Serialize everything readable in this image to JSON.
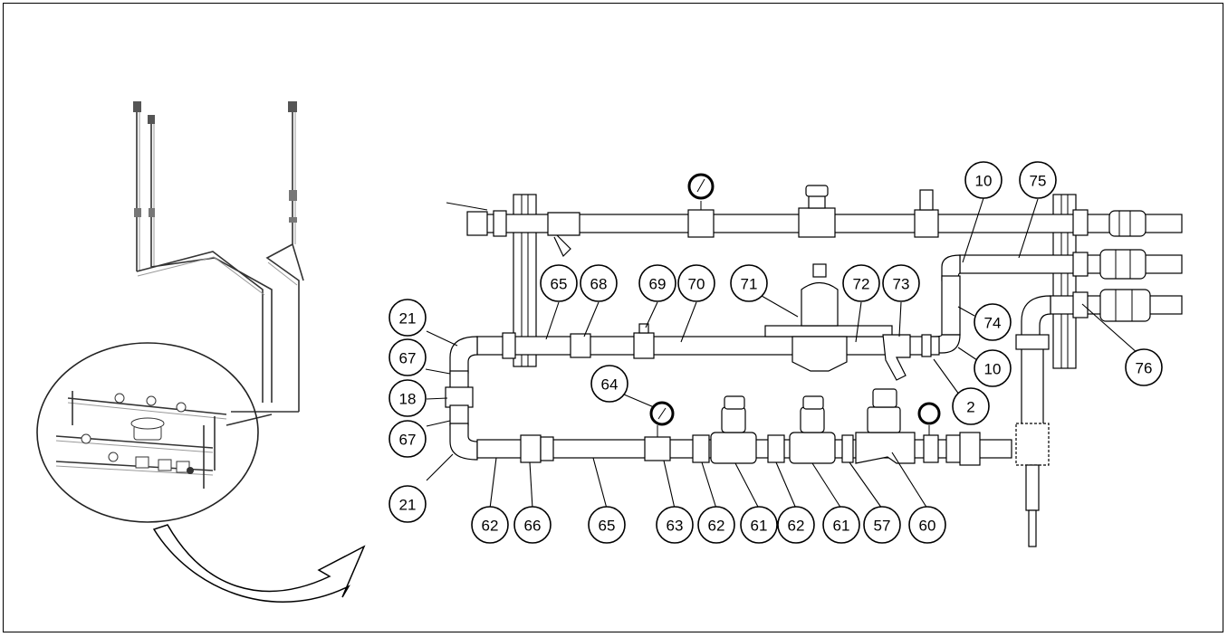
{
  "diagram": {
    "callouts": [
      {
        "id": "c-10a",
        "label": "10"
      },
      {
        "id": "c-75",
        "label": "75"
      },
      {
        "id": "c-65a",
        "label": "65"
      },
      {
        "id": "c-68",
        "label": "68"
      },
      {
        "id": "c-69",
        "label": "69"
      },
      {
        "id": "c-70",
        "label": "70"
      },
      {
        "id": "c-71",
        "label": "71"
      },
      {
        "id": "c-72",
        "label": "72"
      },
      {
        "id": "c-73",
        "label": "73"
      },
      {
        "id": "c-21a",
        "label": "21"
      },
      {
        "id": "c-74",
        "label": "74"
      },
      {
        "id": "c-67a",
        "label": "67"
      },
      {
        "id": "c-10b",
        "label": "10"
      },
      {
        "id": "c-76",
        "label": "76"
      },
      {
        "id": "c-18",
        "label": "18"
      },
      {
        "id": "c-64",
        "label": "64"
      },
      {
        "id": "c-2",
        "label": "2"
      },
      {
        "id": "c-67b",
        "label": "67"
      },
      {
        "id": "c-21b",
        "label": "21"
      },
      {
        "id": "c-62a",
        "label": "62"
      },
      {
        "id": "c-66",
        "label": "66"
      },
      {
        "id": "c-65b",
        "label": "65"
      },
      {
        "id": "c-63",
        "label": "63"
      },
      {
        "id": "c-62b",
        "label": "62"
      },
      {
        "id": "c-61a",
        "label": "61"
      },
      {
        "id": "c-62c",
        "label": "62"
      },
      {
        "id": "c-61b",
        "label": "61"
      },
      {
        "id": "c-57",
        "label": "57"
      },
      {
        "id": "c-60",
        "label": "60"
      }
    ],
    "colors": {
      "line": "#000000",
      "background": "#ffffff"
    }
  }
}
